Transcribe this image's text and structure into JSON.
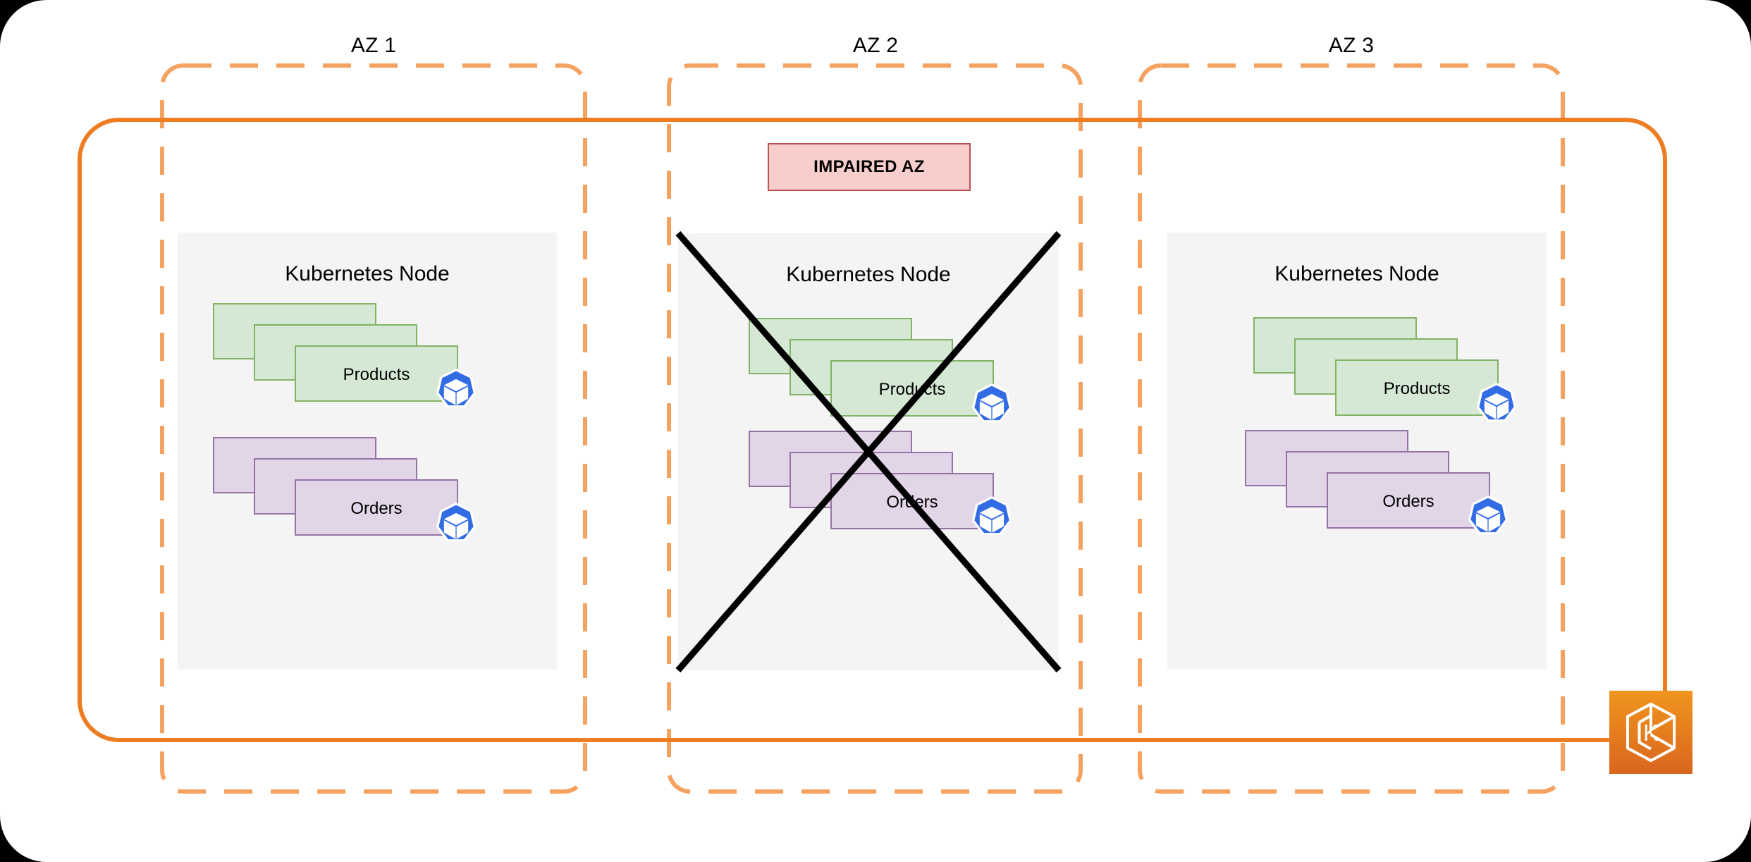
{
  "diagram": {
    "title": "EKS multi-AZ resilience diagram",
    "colors": {
      "cluster_boundary": "#ED7D22",
      "az_boundary": "#F5A261",
      "node_fill": "#F4F4F4",
      "pod_green_fill": "#D5E8D4",
      "pod_green_stroke": "#82B366",
      "pod_purple_fill": "#E1D5E7",
      "pod_purple_stroke": "#9673A6",
      "impaired_fill": "#F8CECC",
      "impaired_stroke": "#B85450",
      "k8s_blue": "#326CE5",
      "failure_cross": "#000000",
      "eks_orange_top": "#F0951E",
      "eks_orange_bottom": "#D9661F"
    },
    "availability_zones": [
      {
        "id": "az1",
        "label": "AZ 1",
        "impaired": false,
        "node": {
          "title": "Kubernetes Node",
          "workloads": [
            {
              "name": "Products",
              "replicas": 3,
              "color": "green",
              "icon": "kubernetes-pod-icon"
            },
            {
              "name": "Orders",
              "replicas": 3,
              "color": "purple",
              "icon": "kubernetes-pod-icon"
            }
          ]
        }
      },
      {
        "id": "az2",
        "label": "AZ 2",
        "impaired": true,
        "impaired_badge": "IMPAIRED AZ",
        "node": {
          "title": "Kubernetes Node",
          "workloads": [
            {
              "name": "Products",
              "replicas": 3,
              "color": "green",
              "icon": "kubernetes-pod-icon"
            },
            {
              "name": "Orders",
              "replicas": 3,
              "color": "purple",
              "icon": "kubernetes-pod-icon"
            }
          ]
        }
      },
      {
        "id": "az3",
        "label": "AZ 3",
        "impaired": false,
        "node": {
          "title": "Kubernetes Node",
          "workloads": [
            {
              "name": "Products",
              "replicas": 3,
              "color": "green",
              "icon": "kubernetes-pod-icon"
            },
            {
              "name": "Orders",
              "replicas": 3,
              "color": "purple",
              "icon": "kubernetes-pod-icon"
            }
          ]
        }
      }
    ],
    "cluster_badge": {
      "icon": "eks-logo-icon",
      "glyph": "K"
    }
  }
}
